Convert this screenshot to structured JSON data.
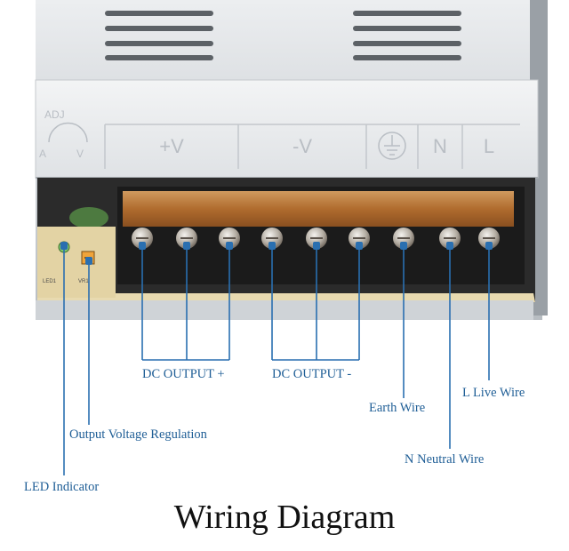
{
  "device": {
    "adj_label": "ADJ",
    "adj_a": "A",
    "adj_v": "V",
    "terminals": [
      "+V",
      "-V",
      "⏚",
      "N",
      "L"
    ],
    "pcb_marks": [
      "LED1",
      "VR1"
    ]
  },
  "labels": {
    "dc_output_plus": "DC OUTPUT +",
    "dc_output_minus": "DC OUTPUT -",
    "earth_wire": "Earth Wire",
    "l_live_wire": "L Live Wire",
    "output_voltage_regulation": "Output Voltage Regulation",
    "n_neutral_wire": "N Neutral Wire",
    "led_indicator": "LED Indicator"
  },
  "title": "Wiring Diagram",
  "colors": {
    "leader_line": "#2a6fb0",
    "label_text": "#1f5e96",
    "amber_cover": "#c7843f",
    "terminal_block": "#1b1b1b",
    "pcb": "#e8dab0",
    "case": "#d4d8dc"
  }
}
